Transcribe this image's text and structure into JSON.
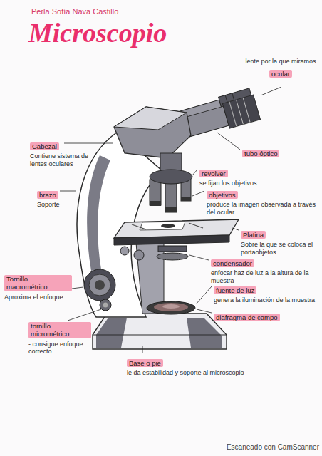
{
  "diagram": {
    "title": "Microscopio",
    "nodes": [
      {
        "text": [
          "lente por la que miramos",
          "ocular"
        ]
      },
      {
        "text": [
          "Cabezal",
          "Contiene sistema de lentes oculares"
        ]
      },
      {
        "text": [
          "tubo óptico"
        ]
      },
      {
        "text": [
          "revolver",
          "se fijan los objetivos."
        ]
      },
      {
        "text": [
          "brazo",
          "Soporte"
        ]
      },
      {
        "text": [
          "objetivos",
          "produce la imagen observada a través del ocular."
        ]
      },
      {
        "text": [
          "Platina",
          "Sobre la que se coloca el portaobjetos"
        ]
      },
      {
        "text": [
          "condensador",
          "enfocar haz de luz a la altura de la muestra"
        ]
      },
      {
        "text": [
          "Tornillo macrométrico",
          "Aproxima el enfoque"
        ]
      },
      {
        "text": [
          "fuente de luz",
          "genera la iluminación de la muestra"
        ]
      },
      {
        "text": [
          "diafragma de campo"
        ]
      },
      {
        "text": [
          "tornillo micrométrico",
          "- consigue enfoque correcto"
        ]
      },
      {
        "text": [
          "Base o pie",
          "le da estabilidad y soporte al microscopio"
        ]
      }
    ],
    "labels": [
      "Perla Sofía Nava Castillo",
      "Escaneado con CamScanner"
    ]
  }
}
